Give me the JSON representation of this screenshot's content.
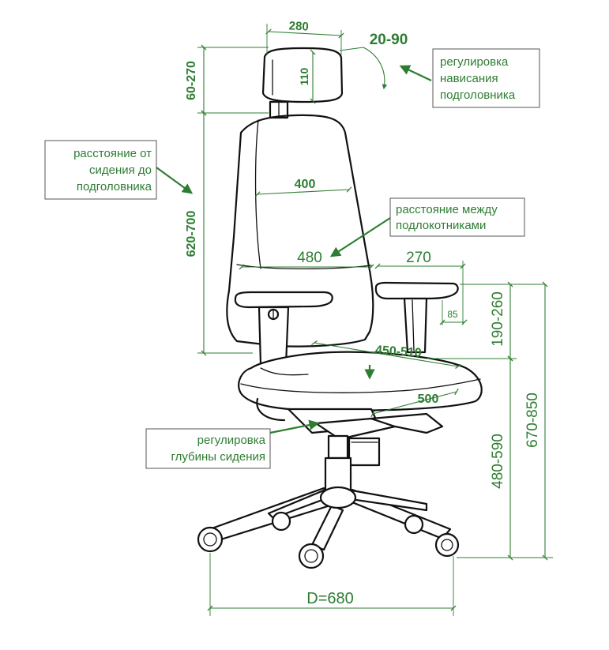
{
  "dimensions": {
    "headrest_width": "280",
    "headrest_height": "110",
    "headrest_tilt": "20-90",
    "headrest_travel": "60-270",
    "backrest_width": "400",
    "seat_to_headrest": "620-700",
    "armrest_distance": "480",
    "armrest_length": "270",
    "armrest_width": "85",
    "armrest_height": "190-260",
    "seat_depth": "450-510",
    "seat_width": "500",
    "seat_height": "480-590",
    "total_height": "670-850",
    "base_diameter": "D=680"
  },
  "notes": {
    "headrest_tilt": [
      "регулировка",
      "нависания",
      "подголовника"
    ],
    "seat_to_headrest": [
      "расстояние от",
      "сидения до",
      "подголовника"
    ],
    "armrest_distance": [
      "расстояние между",
      "подлокотниками"
    ],
    "seat_depth": [
      "регулировка",
      "глубины сидения"
    ]
  },
  "colors": {
    "dimension": "#2e7d32",
    "outline": "#111111",
    "box_border": "#555555"
  }
}
